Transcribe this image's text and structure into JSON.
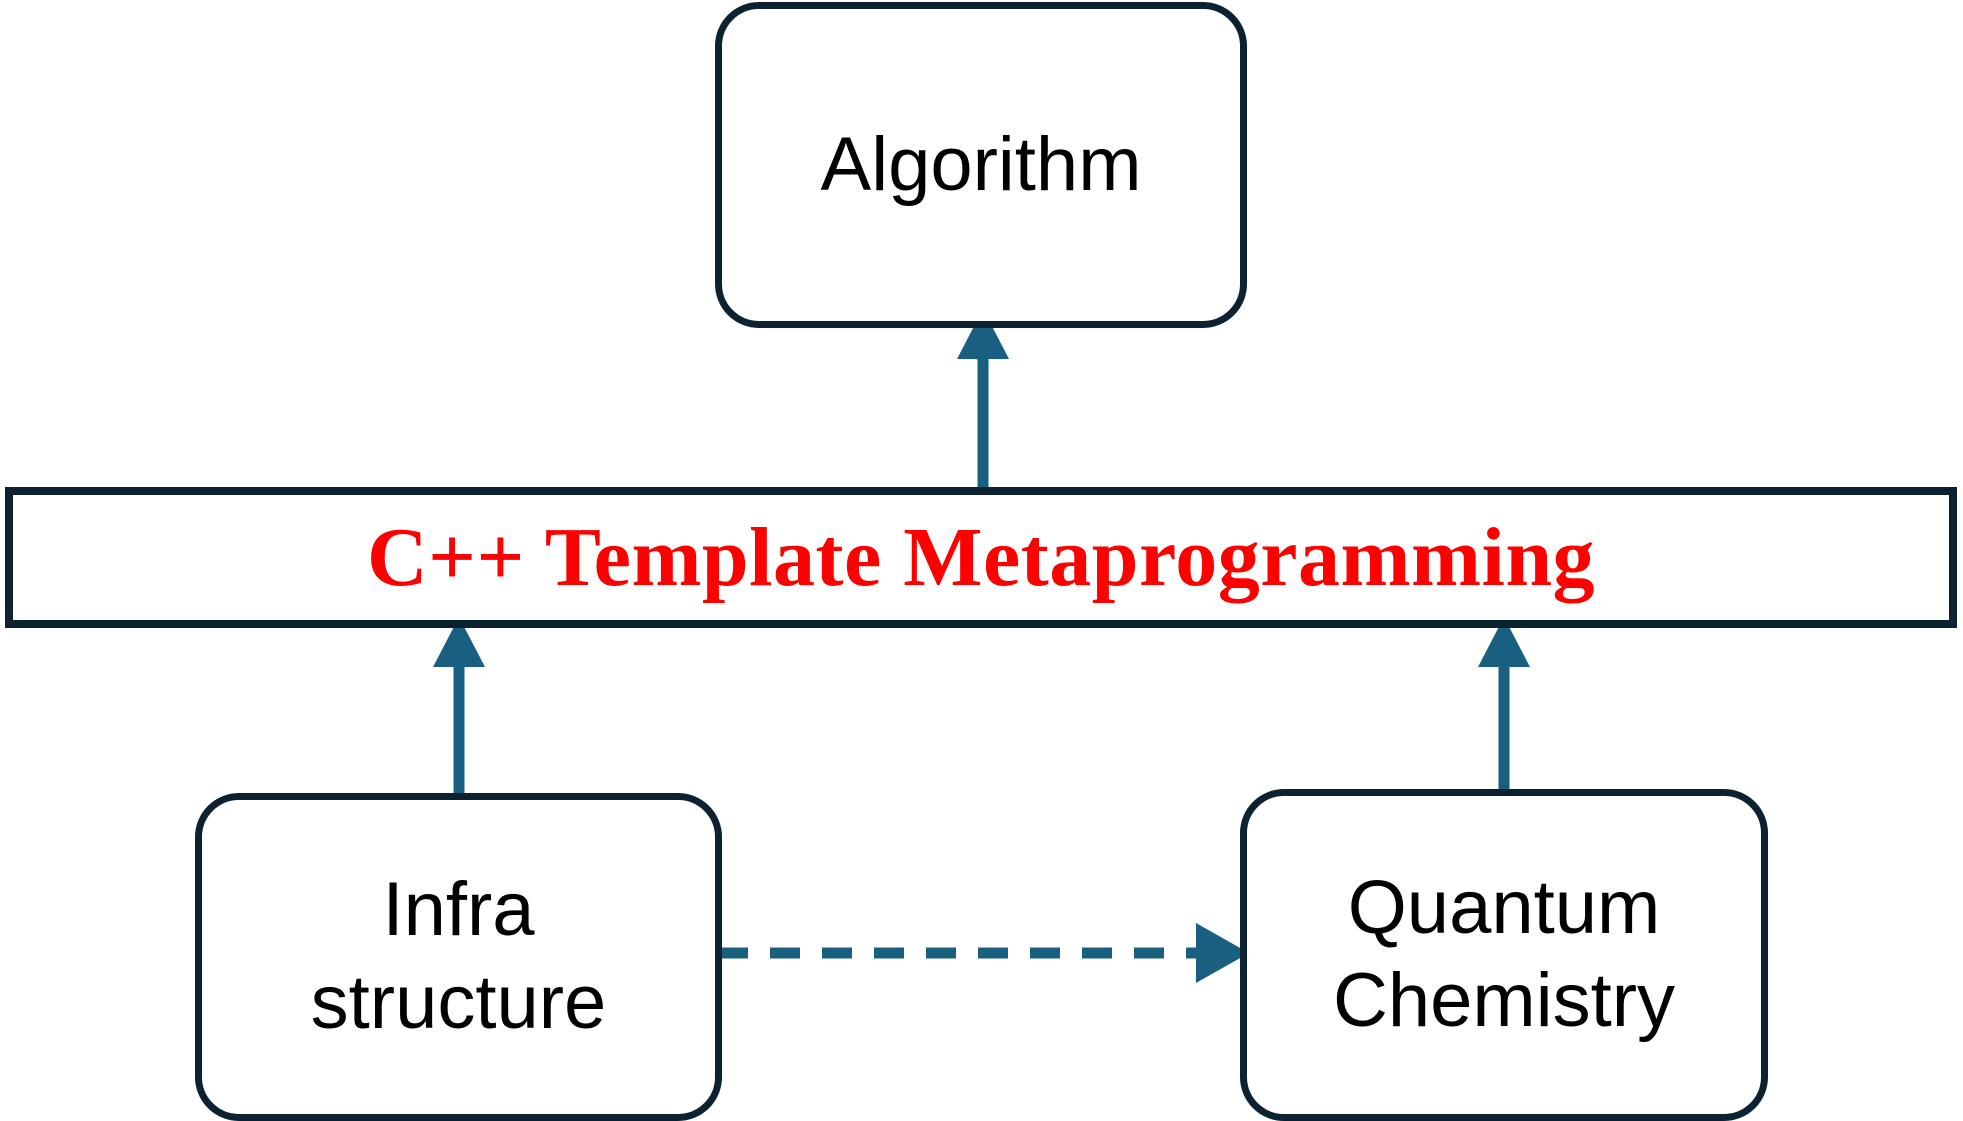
{
  "diagram": {
    "title": "C++ Template Metaprogramming layered architecture",
    "background_color": "#ffffff",
    "box_border_color": "#0c2230",
    "arrow_color": "#196080",
    "banner_text_color": "#ff0000",
    "node_text_color": "#000000"
  },
  "nodes": {
    "algorithm": {
      "label": "Algorithm",
      "shape": "rounded-rectangle",
      "text_color": "#000000",
      "border_color": "#0c2230"
    },
    "banner": {
      "label": "C++ Template Metaprogramming",
      "shape": "rectangle",
      "text_color": "#ff0000",
      "border_color": "#0c2230",
      "font_style": "bold-serif"
    },
    "infrastructure": {
      "label": "Infra\nstructure",
      "shape": "rounded-rectangle",
      "text_color": "#000000",
      "border_color": "#0c2230"
    },
    "quantum_chemistry": {
      "label": "Quantum\nChemistry",
      "shape": "rounded-rectangle",
      "text_color": "#000000",
      "border_color": "#0c2230"
    }
  },
  "edges": [
    {
      "id": "banner-to-algorithm",
      "from": "banner",
      "to": "algorithm",
      "style": "solid",
      "arrowhead": "end",
      "direction": "up",
      "color": "#196080",
      "label": ""
    },
    {
      "id": "infrastructure-to-banner",
      "from": "infrastructure",
      "to": "banner",
      "style": "solid",
      "arrowhead": "end",
      "direction": "up",
      "color": "#196080",
      "label": ""
    },
    {
      "id": "quantum-chemistry-to-banner",
      "from": "quantum_chemistry",
      "to": "banner",
      "style": "solid",
      "arrowhead": "end",
      "direction": "up",
      "color": "#196080",
      "label": ""
    },
    {
      "id": "infrastructure-to-quantum-chemistry",
      "from": "infrastructure",
      "to": "quantum_chemistry",
      "style": "dashed",
      "arrowhead": "end",
      "direction": "right",
      "color": "#196080",
      "label": ""
    }
  ]
}
